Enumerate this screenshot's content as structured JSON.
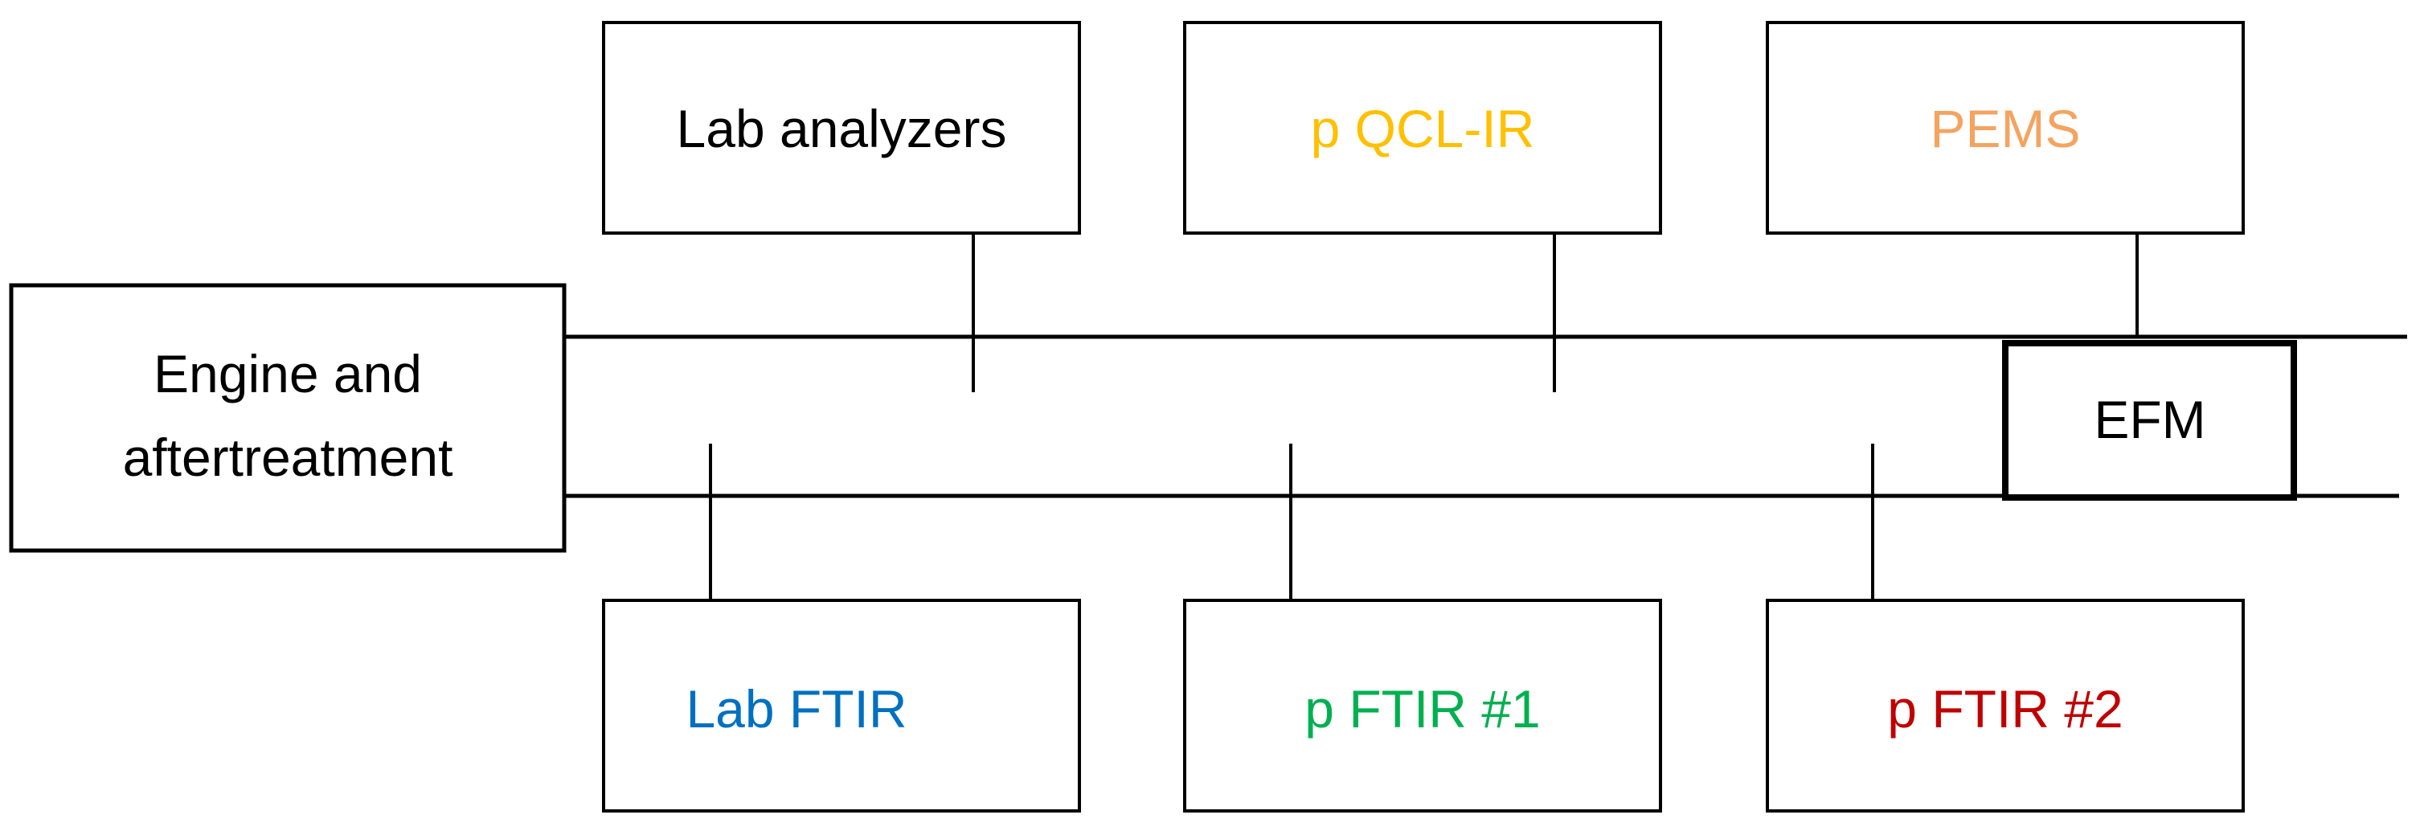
{
  "engine": {
    "line1": "Engine and",
    "line2": "aftertreatment"
  },
  "efm": {
    "label": "EFM"
  },
  "top_boxes": [
    {
      "label": "Lab analyzers",
      "color": "#000000"
    },
    {
      "label": "p QCL-IR",
      "color": "#FFC000"
    },
    {
      "label": "PEMS",
      "color": "#F4A460"
    }
  ],
  "bottom_boxes": [
    {
      "label": "Lab FTIR",
      "color": "#0070C0"
    },
    {
      "label": "p FTIR #1",
      "color": "#00B050"
    },
    {
      "label": "p FTIR #2",
      "color": "#C00000"
    }
  ]
}
